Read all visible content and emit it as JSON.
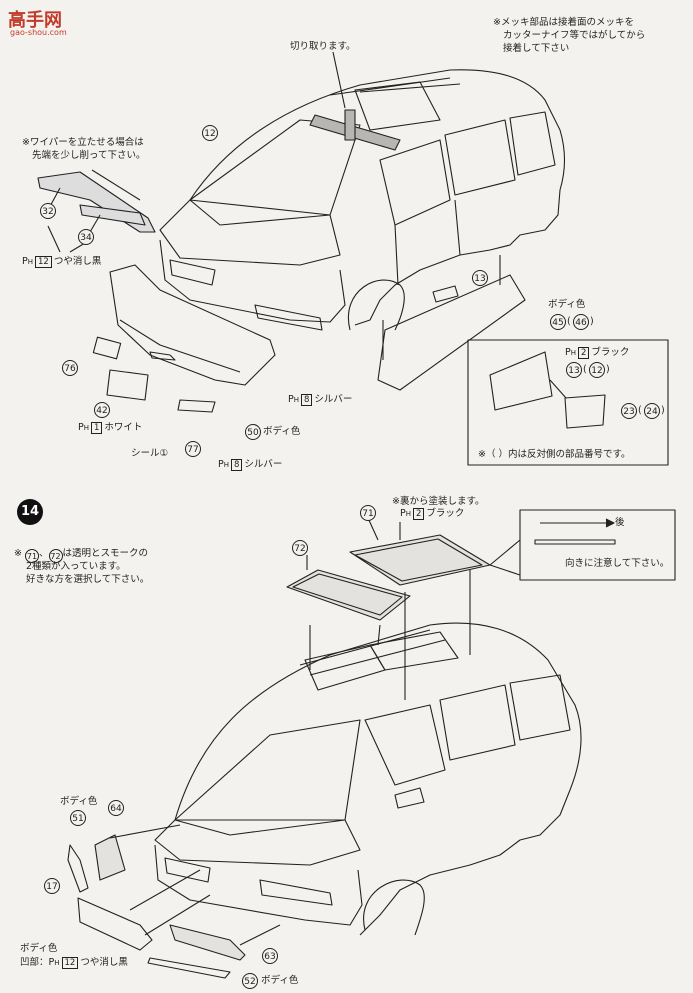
{
  "watermark": {
    "text": "高手网",
    "url": "gao-shou.com"
  },
  "top_note": [
    "※メッキ部品は接着面のメッキを",
    "カッターナイフ等ではがしてから",
    "接着して下さい"
  ],
  "cut_note": "切り取ります。",
  "wiper_note": [
    "※ワイパーを立たせる場合は",
    "先端を少し削って下さい。"
  ],
  "parts": {
    "p12": "12",
    "p32": "32",
    "p34": "34",
    "p13": "13",
    "p45": "45",
    "p46": "46",
    "p76": "76",
    "p42": "42",
    "p77": "77",
    "p50": "50",
    "p13b": "13",
    "p12b": "12",
    "p23": "23",
    "p24": "24",
    "p71": "71",
    "p72": "72",
    "p64": "64",
    "p51": "51",
    "p17": "17",
    "p63": "63",
    "p52": "52",
    "p71n": "71",
    "p72n": "72"
  },
  "paint": {
    "ph": "P",
    "sub": "H",
    "c12": "12",
    "c8": "8",
    "c1": "1",
    "c2": "2",
    "matte_black": "つや消し黒",
    "silver": "シルバー",
    "white": "ホワイト",
    "black": "ブラック",
    "body": "ボディ色"
  },
  "seal": "シール①",
  "inset_note": "※（  ）内は反対側の部品番号です。",
  "step_number": "14",
  "step14_note": [
    "※",
    "、",
    "は透明とスモークの",
    "2種類が入っています。",
    "好きな方を選択して下さい。"
  ],
  "paint_back": "※裏から塗装します。",
  "direction": {
    "label": "後",
    "note": "向きに注意して下さい。"
  },
  "recess": "凹部："
}
